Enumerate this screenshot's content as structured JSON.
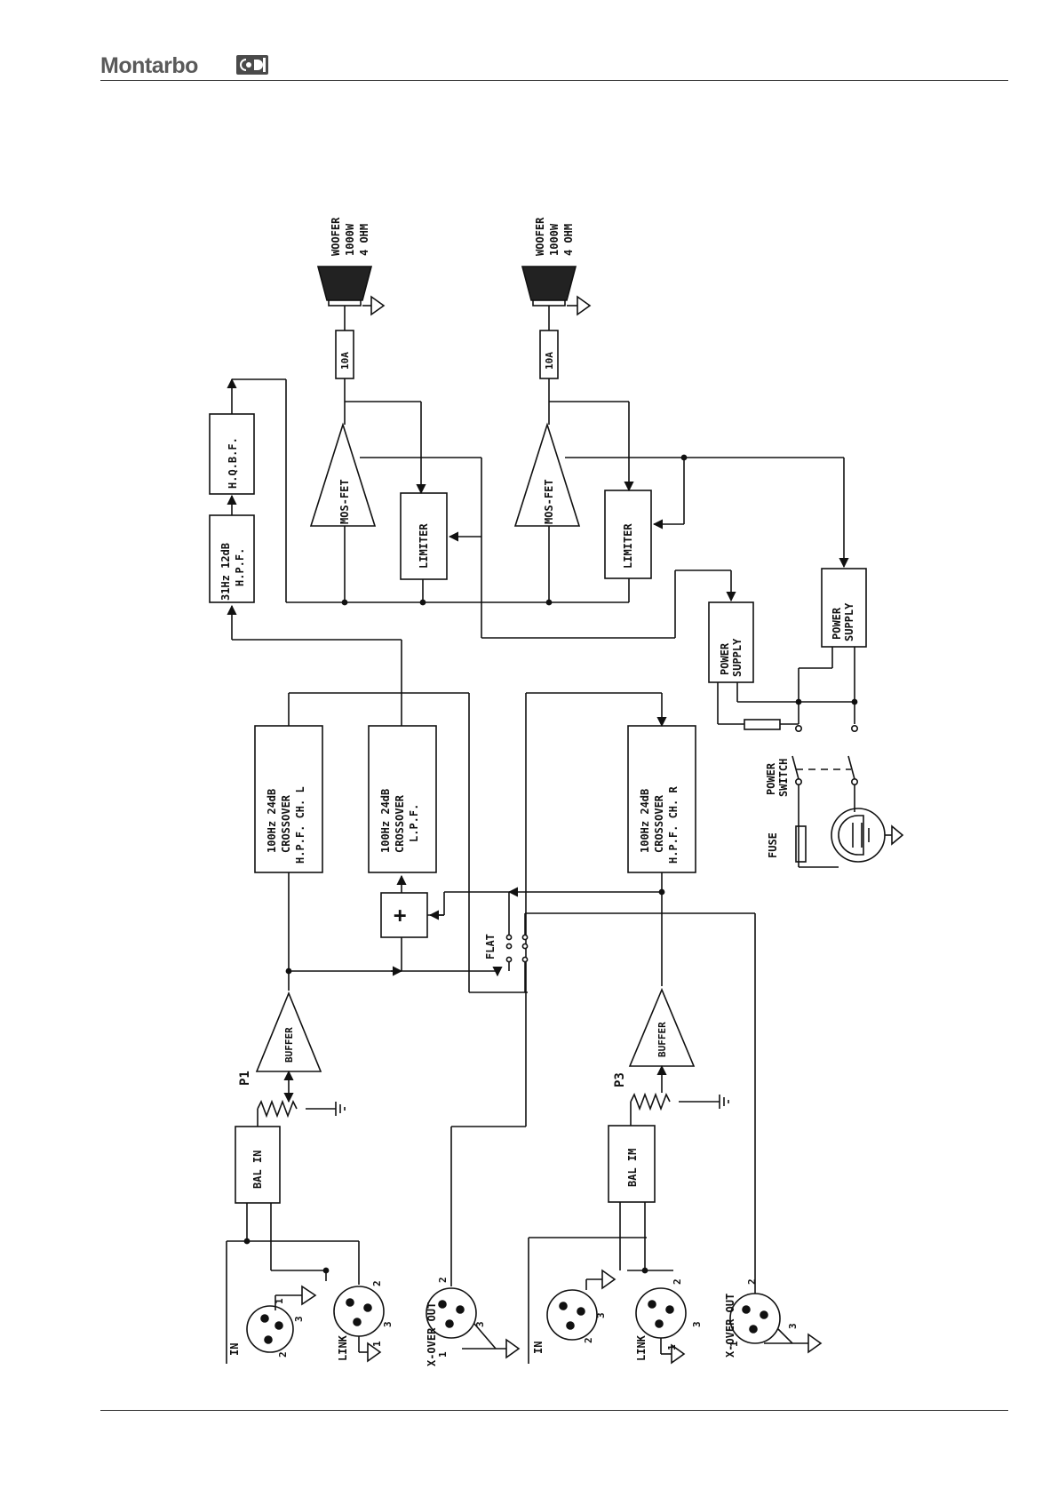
{
  "header": {
    "brand": "Montarbo"
  },
  "diagram": {
    "ch_l": {
      "woofer": {
        "line1": "WOOFER",
        "line2": "1000W",
        "line3": "4 OHM"
      },
      "fuse": "10A",
      "amp": "MOS-FET",
      "limiter": "LIMITER",
      "hpf31": {
        "line1": "31Hz 12dB",
        "line2": "H.P.F."
      },
      "hqbf": "H.Q.B.F.",
      "crossover_hpf": {
        "line1": "100Hz 24dB",
        "line2": "CROSSOVER",
        "line3": "H.P.F. CH. L"
      },
      "buffer": "BUFFER",
      "pot": "P1",
      "bal_in": "BAL IN",
      "in_label": "IN",
      "link_label": "LINK",
      "xover_label": "X-OVER OUT"
    },
    "ch_r": {
      "woofer": {
        "line1": "WOOFER",
        "line2": "1000W",
        "line3": "4 OHM"
      },
      "fuse": "10A",
      "amp": "MOS-FET",
      "limiter": "LIMITER",
      "crossover_hpf": {
        "line1": "100Hz 24dB",
        "line2": "CROSSOVER",
        "line3": "H.P.F. CH. R"
      },
      "buffer": "BUFFER",
      "pot": "P3",
      "bal_in": "BAL IM",
      "in_label": "IN",
      "link_label": "LINK",
      "xover_label": "X-OVER OUT"
    },
    "lpf": {
      "line1": "100Hz 24dB",
      "line2": "CROSSOVER",
      "line3": "L.P.F."
    },
    "sum": "+",
    "flat": "FLAT",
    "psu1": {
      "line1": "POWER",
      "line2": "SUPPLY"
    },
    "psu2": {
      "line1": "POWER",
      "line2": "SUPPLY"
    },
    "power_switch": {
      "line1": "POWER",
      "line2": "SWITCH"
    },
    "fuse_main": "FUSE",
    "pins": {
      "p1": "1",
      "p2": "2",
      "p3": "3"
    }
  }
}
